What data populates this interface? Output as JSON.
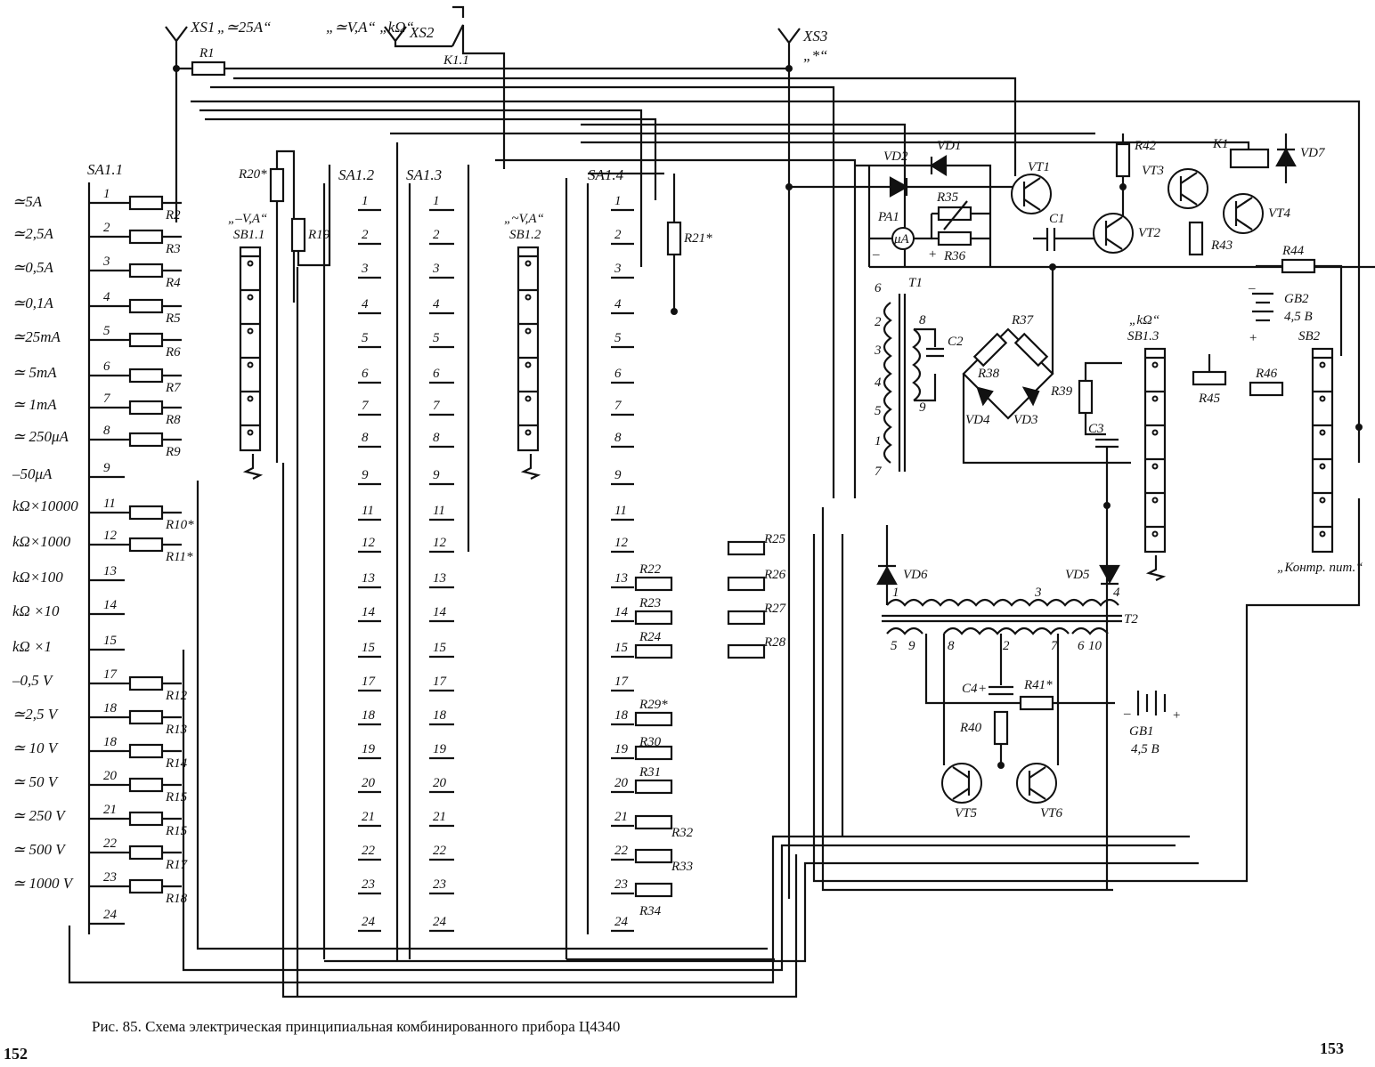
{
  "caption": "Рис. 85. Схема электрическая принципиальная комбинированного прибора Ц4340",
  "page_left": "152",
  "page_right": "153",
  "connectors": [
    {
      "id": "XS1",
      "label": "XS1",
      "mode": "„≃25A“"
    },
    {
      "id": "XS2",
      "label": "XS2",
      "mode": "„≃V,A“ „kΩ“"
    },
    {
      "id": "XS3",
      "label": "XS3",
      "mode": "„*“"
    }
  ],
  "relay_contact": "K1.1",
  "switches": {
    "sa11": "SA1.1",
    "sa12": "SA1.2",
    "sa13": "SA1.3",
    "sa14": "SA1.4",
    "sb11": "SB1.1",
    "sb12": "SB1.2",
    "sb13": "SB1.3",
    "sb2": "SB2",
    "sb11_mode": "„–V,A“",
    "sb12_mode": "„~V,A“",
    "sb13_mode": "„kΩ“",
    "sb2_mode": "„Контр. пит.“"
  },
  "range_labels": [
    "≃5A",
    "≃2,5A",
    "≃0,5A",
    "≃0,1A",
    "≃25mA",
    "≃ 5mA",
    "≃ 1mA",
    "≃ 250μA",
    "–50μA",
    "kΩ×10000",
    "kΩ×1000",
    "kΩ×100",
    "kΩ ×10",
    "kΩ ×1",
    "–0,5 V",
    "≃2,5 V",
    "≃ 10 V",
    "≃ 50 V",
    "≃ 250 V",
    "≃ 500 V",
    "≃ 1000 V"
  ],
  "sa11_positions": [
    "1",
    "2",
    "3",
    "4",
    "5",
    "6",
    "7",
    "8",
    "9",
    "11",
    "12",
    "13",
    "14",
    "15",
    "17",
    "18",
    "18",
    "20",
    "21",
    "22",
    "23",
    "24"
  ],
  "sa11_resistors": [
    "R2",
    "R3",
    "R4",
    "R5",
    "R6",
    "R7",
    "R8",
    "R9",
    "R10*",
    "R11*",
    "R12",
    "R13",
    "R14",
    "R15",
    "R15",
    "R17",
    "R18"
  ],
  "sa_positions": [
    "1",
    "2",
    "3",
    "4",
    "5",
    "6",
    "7",
    "8",
    "9",
    "11",
    "12",
    "13",
    "14",
    "15",
    "17",
    "18",
    "19",
    "20",
    "21",
    "22",
    "23",
    "24"
  ],
  "sa14_resistors": [
    "R22",
    "R23",
    "R24",
    "R25",
    "R26",
    "R27",
    "R28",
    "R29*",
    "R30",
    "R31",
    "R32",
    "R33",
    "R34"
  ],
  "components": {
    "r1": "R1",
    "r19": "R19",
    "r20": "R20*",
    "r21": "R21*",
    "vd1": "VD1",
    "vd2": "VD2",
    "vd3": "VD3",
    "vd4": "VD4",
    "vd5": "VD5",
    "vd6": "VD6",
    "vd7": "VD7",
    "pa1": "PA1",
    "pa1_unit": "μA",
    "r35": "R35",
    "r36": "R36",
    "r37": "R37",
    "r38": "R38",
    "r39": "R39",
    "r40": "R40",
    "r41": "R41*",
    "r42": "R42",
    "r43": "R43",
    "r44": "R44",
    "r45": "R45",
    "r46": "R46",
    "c1": "C1",
    "c2": "C2",
    "c3": "C3",
    "c4": "C4",
    "t1": "T1",
    "t2": "T2",
    "k1": "K1",
    "vt1": "VT1",
    "vt2": "VT2",
    "vt3": "VT3",
    "vt4": "VT4",
    "vt5": "VT5",
    "vt6": "VT6",
    "gb1": "GB1",
    "gb1_v": "4,5 B",
    "gb2": "GB2",
    "gb2_v": "4,5 B"
  },
  "t1_pins": [
    "6",
    "2",
    "3",
    "4",
    "5",
    "1",
    "7",
    "8",
    "9"
  ],
  "t2_pins": [
    "1",
    "3",
    "4",
    "5",
    "9",
    "8",
    "2",
    "7",
    "6",
    "10"
  ]
}
